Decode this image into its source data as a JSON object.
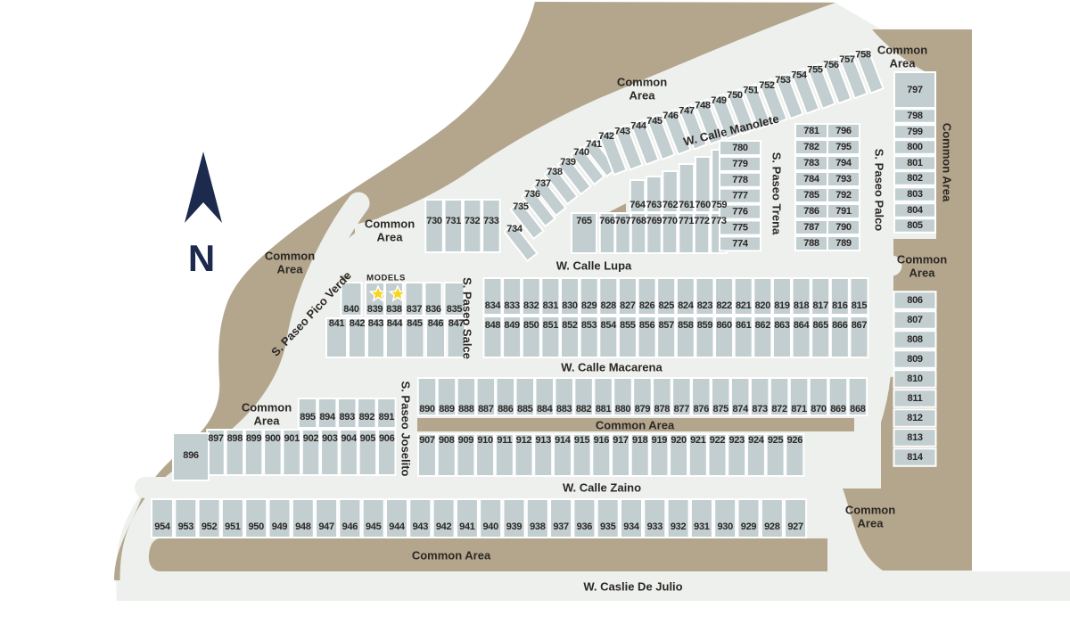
{
  "map_name": "community-lot-map",
  "north": {
    "label": "N"
  },
  "models": {
    "label": "MODELS",
    "star_count": 2
  },
  "common_area": {
    "label": "Common Area",
    "instances": [
      "top-middle",
      "top-right",
      "right-edge-vertical",
      "near-lot-730",
      "upper-left",
      "right-middle",
      "middle-strip",
      "lower-left",
      "bottom-right",
      "bottom-strip"
    ]
  },
  "streets": [
    {
      "id": "manolete",
      "name": "W. Calle Manolete"
    },
    {
      "id": "lupa",
      "name": "W. Calle Lupa"
    },
    {
      "id": "macarena",
      "name": "W. Calle Macarena"
    },
    {
      "id": "zaino",
      "name": "W. Calle Zaino"
    },
    {
      "id": "julio",
      "name": "W. Caslie De Julio"
    },
    {
      "id": "pico",
      "name": "S. Paseo Pico Verde"
    },
    {
      "id": "salce",
      "name": "S. Paseo Salce"
    },
    {
      "id": "joselito",
      "name": "S. Paseo Joselito"
    },
    {
      "id": "trena",
      "name": "S. Paseo Trena"
    },
    {
      "id": "palco",
      "name": "S. Paseo Palco"
    }
  ],
  "lot_rows": [
    {
      "id": "row_730",
      "lots": [
        "730",
        "731",
        "732",
        "733"
      ]
    },
    {
      "id": "diag_a",
      "lots": [
        "734",
        "735",
        "736",
        "737",
        "738",
        "739",
        "740",
        "741"
      ]
    },
    {
      "id": "diag_b",
      "lots": [
        "742",
        "743",
        "744",
        "745",
        "746",
        "747",
        "748",
        "749",
        "750",
        "751",
        "752",
        "753",
        "754",
        "755",
        "756",
        "757",
        "758"
      ]
    },
    {
      "id": "blk764",
      "lots": [
        "764",
        "763",
        "762",
        "761",
        "760",
        "759"
      ]
    },
    {
      "id": "blk765",
      "lots": [
        "765",
        "766",
        "767",
        "768",
        "769",
        "770",
        "771",
        "772",
        "773"
      ]
    },
    {
      "id": "col_780",
      "lots": [
        "780",
        "779",
        "778",
        "777",
        "776",
        "775",
        "774"
      ]
    },
    {
      "id": "col_781",
      "lots": [
        "781",
        "782",
        "783",
        "784",
        "785",
        "786",
        "787",
        "788"
      ]
    },
    {
      "id": "col_796",
      "lots": [
        "796",
        "795",
        "794",
        "793",
        "792",
        "791",
        "790",
        "789"
      ]
    },
    {
      "id": "col_797",
      "lots": [
        "797",
        "798",
        "799",
        "800",
        "801",
        "802",
        "803",
        "804",
        "805"
      ]
    },
    {
      "id": "col_806",
      "lots": [
        "806",
        "807",
        "808",
        "809",
        "810",
        "811",
        "812",
        "813",
        "814"
      ]
    },
    {
      "id": "models_top",
      "lots": [
        "840",
        "839",
        "838",
        "837",
        "836",
        "835"
      ]
    },
    {
      "id": "models_bot",
      "lots": [
        "841",
        "842",
        "843",
        "844",
        "845",
        "846",
        "847"
      ]
    },
    {
      "id": "row_834",
      "lots": [
        "834",
        "833",
        "832",
        "831",
        "830",
        "829",
        "828",
        "827",
        "826",
        "825",
        "824",
        "823",
        "822",
        "821",
        "820",
        "819",
        "818",
        "817",
        "816",
        "815"
      ]
    },
    {
      "id": "row_848",
      "lots": [
        "848",
        "849",
        "850",
        "851",
        "852",
        "853",
        "854",
        "855",
        "856",
        "857",
        "858",
        "859",
        "860",
        "861",
        "862",
        "863",
        "864",
        "865",
        "866",
        "867"
      ]
    },
    {
      "id": "row_890",
      "lots": [
        "890",
        "889",
        "888",
        "887",
        "886",
        "885",
        "884",
        "883",
        "882",
        "881",
        "880",
        "879",
        "878",
        "877",
        "876",
        "875",
        "874",
        "873",
        "872",
        "871",
        "870",
        "869",
        "868"
      ]
    },
    {
      "id": "row_907",
      "lots": [
        "907",
        "908",
        "909",
        "910",
        "911",
        "912",
        "913",
        "914",
        "915",
        "916",
        "917",
        "918",
        "919",
        "920",
        "921",
        "922",
        "923",
        "924",
        "925",
        "926"
      ]
    },
    {
      "id": "row_895",
      "lots": [
        "895",
        "894",
        "893",
        "892",
        "891"
      ]
    },
    {
      "id": "row_897",
      "lots": [
        "897",
        "898",
        "899",
        "900",
        "901",
        "902",
        "903",
        "904",
        "905",
        "906"
      ]
    },
    {
      "id": "lot_896",
      "lots": [
        "896"
      ]
    },
    {
      "id": "row_954",
      "lots": [
        "954",
        "953",
        "952",
        "951",
        "950",
        "949",
        "948",
        "947",
        "946",
        "945",
        "944",
        "943",
        "942",
        "941",
        "940",
        "939",
        "938",
        "937",
        "936",
        "935",
        "934",
        "933",
        "932",
        "931",
        "930",
        "929",
        "928",
        "927"
      ]
    }
  ],
  "colors": {
    "tan": "#b4a68d",
    "lot_fill": "#c2ced0",
    "street": "#eef0ed",
    "page": "#ffffff",
    "navy": "#1c2a4d",
    "text": "#2b2825",
    "star": "#f8d41b"
  }
}
